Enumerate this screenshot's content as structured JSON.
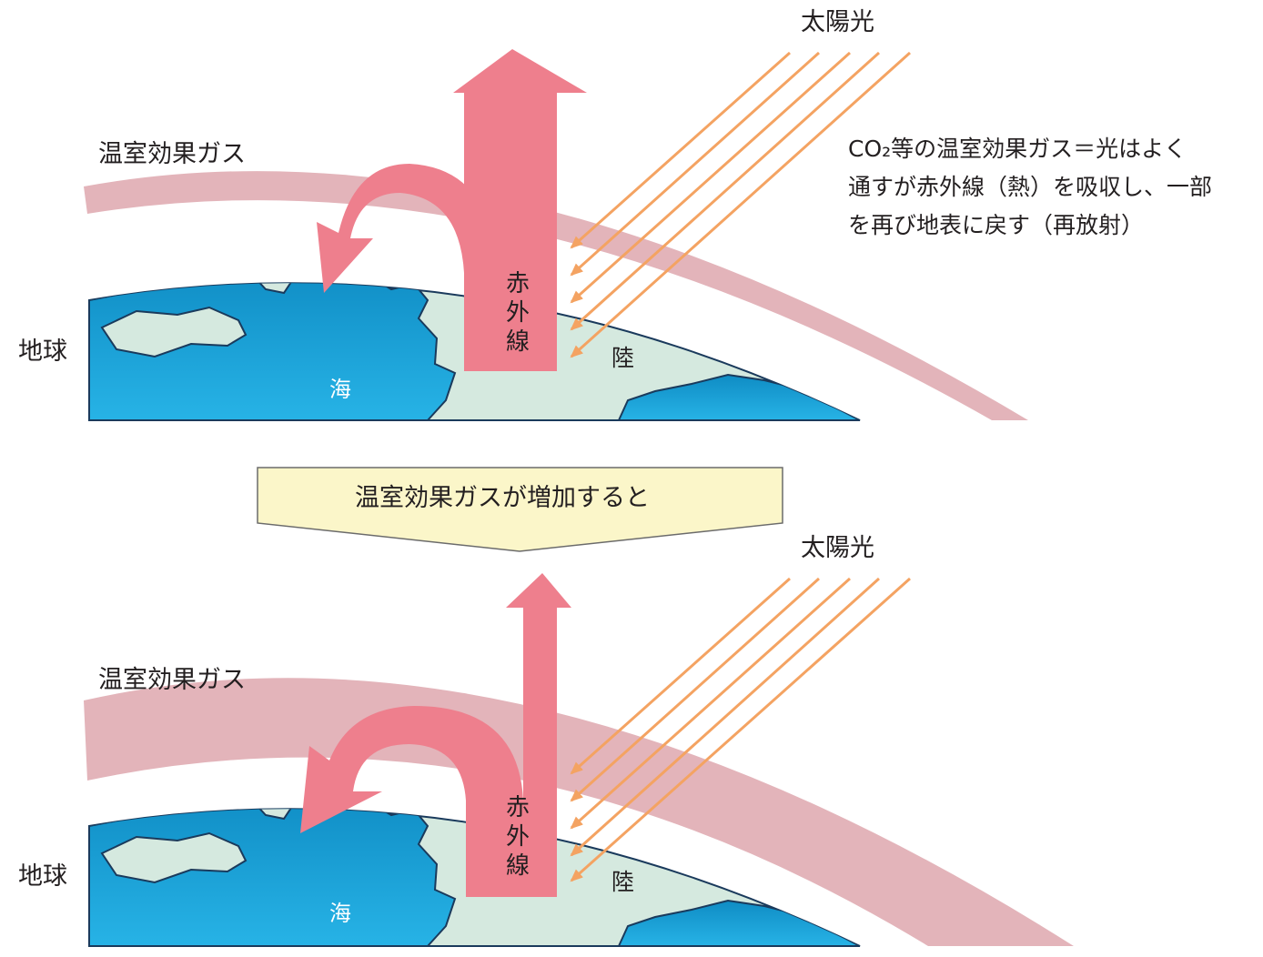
{
  "top_panel": {
    "sunlight_label": "太陽光",
    "ghg_label": "温室効果ガス",
    "earth_label": "地球",
    "infrared_label": [
      "赤",
      "外",
      "線"
    ],
    "sea_label": "海",
    "land_label": "陸",
    "explanation": [
      "CO₂等の温室効果ガス＝光はよく",
      "通すが赤外線（熱）を吸収し、一部",
      "を再び地表に戻す（再放射）"
    ]
  },
  "transition_banner": "温室効果ガスが増加すると",
  "bottom_panel": {
    "sunlight_label": "太陽光",
    "ghg_label": "温室効果ガス",
    "earth_label": "地球",
    "infrared_label": [
      "赤",
      "外",
      "線"
    ],
    "sea_label": "海",
    "land_label": "陸"
  },
  "colors": {
    "sea": "#1b9fd4",
    "land": "#d5e9df",
    "coast": "#1a3a5c",
    "ghg_layer": "#e3b4ba",
    "infrared_arrow": "#ee7f8d",
    "sunlight_ray": "#f4a362",
    "banner_fill": "#fbf6c9"
  }
}
